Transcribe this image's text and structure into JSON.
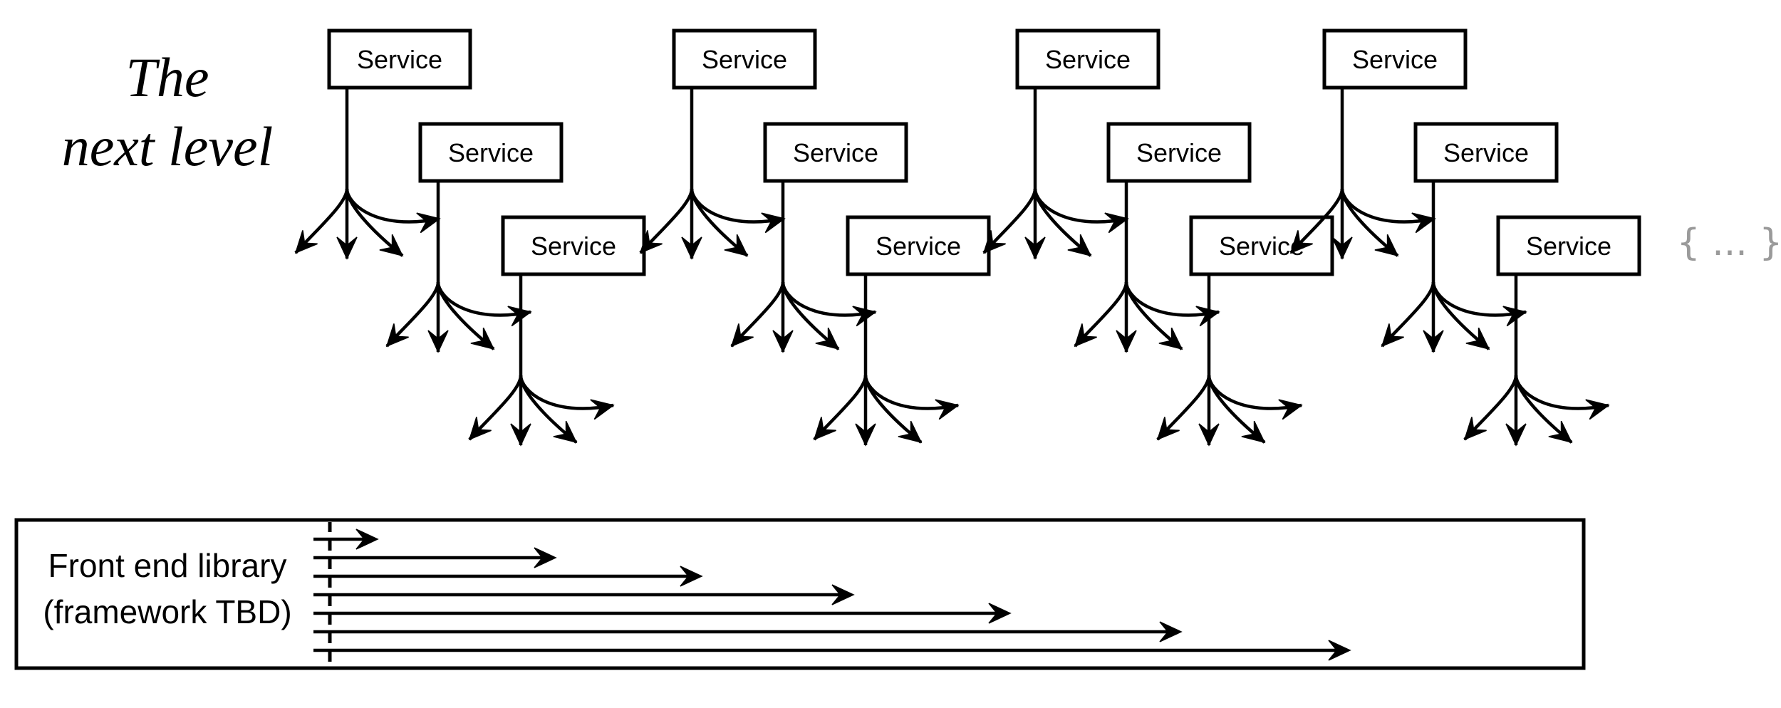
{
  "title": [
    "The",
    "next level"
  ],
  "more_indicator": "{ ... }",
  "service_label": "Service",
  "services": [
    {
      "group": 1,
      "level": 1
    },
    {
      "group": 1,
      "level": 2
    },
    {
      "group": 1,
      "level": 3
    },
    {
      "group": 2,
      "level": 1
    },
    {
      "group": 2,
      "level": 2
    },
    {
      "group": 2,
      "level": 3
    },
    {
      "group": 3,
      "level": 1
    },
    {
      "group": 3,
      "level": 2
    },
    {
      "group": 3,
      "level": 3
    },
    {
      "group": 4,
      "level": 1
    },
    {
      "group": 4,
      "level": 2
    },
    {
      "group": 4,
      "level": 3
    }
  ],
  "front_end": {
    "line1": "Front end library",
    "line2": "(framework TBD)"
  },
  "colors": {
    "stroke": "#000000",
    "background": "#ffffff",
    "ellipsis": "#9a9a9a"
  }
}
